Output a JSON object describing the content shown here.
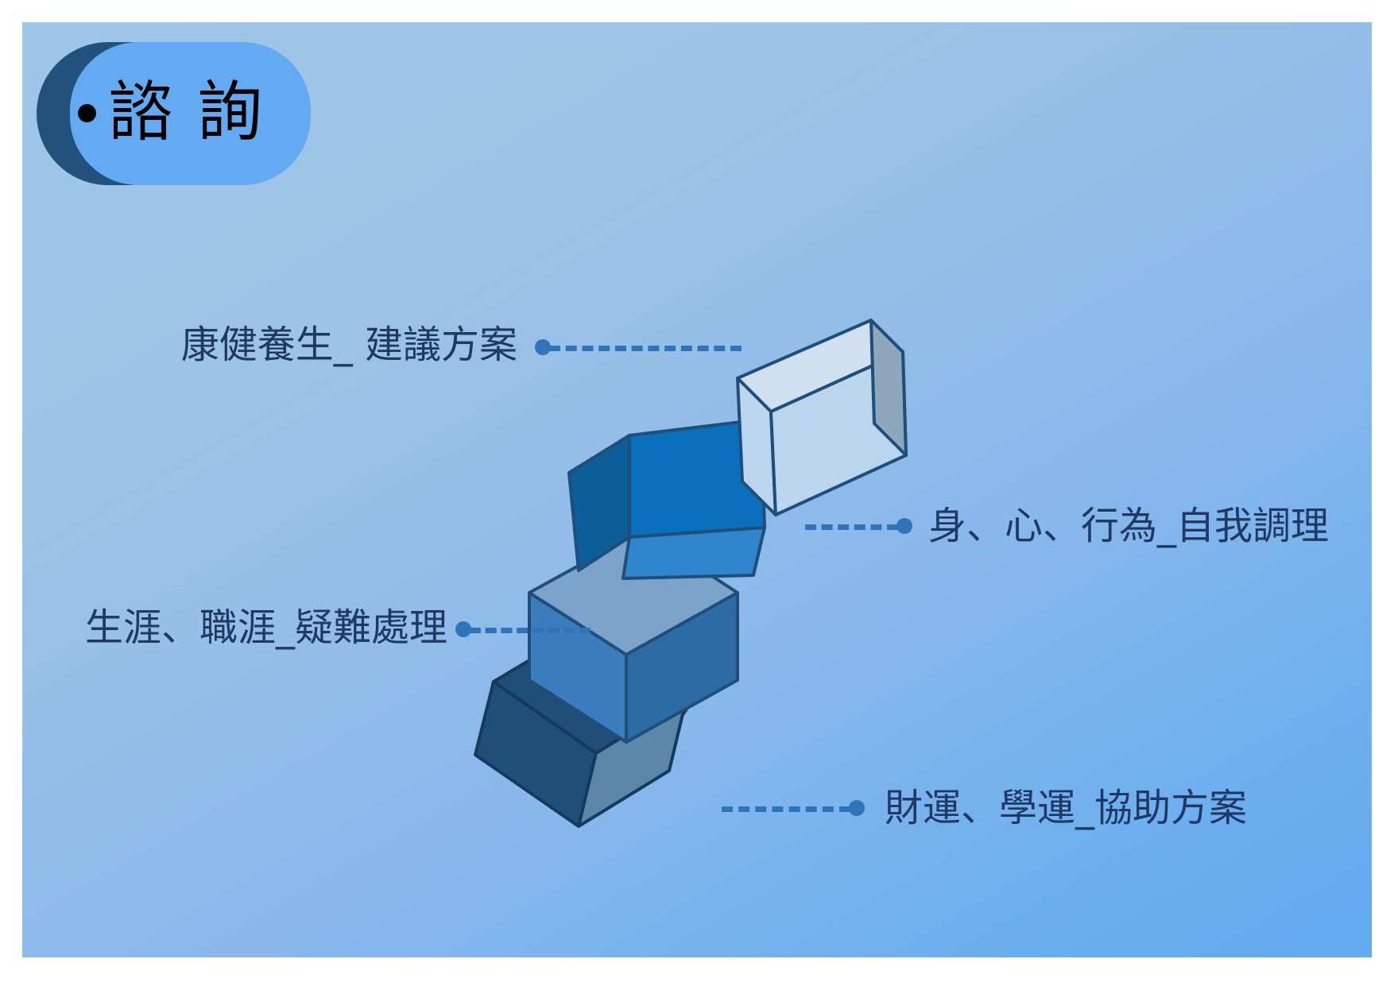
{
  "slide": {
    "title": "諮 詢",
    "title_bullet": "bullet-dot",
    "background": {
      "gradient_from": "#9fc5e8",
      "gradient_to": "#62a9ee"
    },
    "banner": {
      "fill": "#64aaf2",
      "shadow_fill": "#21517c"
    },
    "label_color": "#203864",
    "connector_color": "#2f74b8"
  },
  "callouts": [
    {
      "id": "callout-1",
      "text": "康健養生_ 建議方案",
      "side": "left",
      "cube": "cube-1"
    },
    {
      "id": "callout-2",
      "text": "身、心、行為_自我調理",
      "side": "right",
      "cube": "cube-2"
    },
    {
      "id": "callout-3",
      "text": "生涯、職涯_疑難處理",
      "side": "left",
      "cube": "cube-3"
    },
    {
      "id": "callout-4",
      "text": "財運、學運_協助方案",
      "side": "right",
      "cube": "cube-4"
    }
  ],
  "cubes": [
    {
      "id": "cube-1",
      "order": 1,
      "front": "#bcd5ee",
      "top": "#cfe0f1",
      "right": "#8ea7bd",
      "stroke": "#1f4e79"
    },
    {
      "id": "cube-2",
      "order": 2,
      "front": "#0a70bd",
      "top": "#0a70bd",
      "right": "#1273b5",
      "left": "#0c5d99",
      "stroke": "#1f4e79"
    },
    {
      "id": "cube-3",
      "order": 3,
      "front": "#3a7cbd",
      "top": "#7ba3cc",
      "right": "#2d6ba5",
      "stroke": "#1f4e79"
    },
    {
      "id": "cube-4",
      "order": 4,
      "front": "#1f4e79",
      "top": "#1f4e79",
      "right": "#5c87ab",
      "stroke": "#17३a५b"
    }
  ]
}
